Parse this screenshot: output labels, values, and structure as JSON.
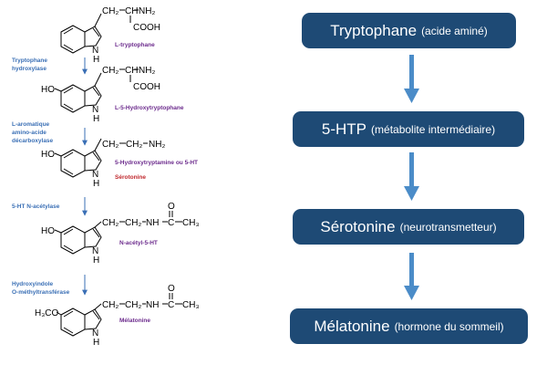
{
  "colors": {
    "box": "#1e4a75",
    "box_text": "#ffffff",
    "arrow": "#4b8cc8",
    "enzyme": "#3a6fb5",
    "compound": "#6b2a8c",
    "serotonin_red": "#c0282d",
    "bond": "#000000"
  },
  "flow": [
    {
      "name": "Tryptophane",
      "desc": "(acide aminé)"
    },
    {
      "name": "5-HTP",
      "desc": "(métabolite intermédiaire)"
    },
    {
      "name": "Sérotonine",
      "desc": "(neurotransmetteur)"
    },
    {
      "name": "Mélatonine",
      "desc": "(hormone du sommeil)"
    }
  ],
  "pathway": {
    "compounds": [
      {
        "label": "L-tryptophane"
      },
      {
        "label": "L-5-Hydroxytryptophane"
      },
      {
        "label": "5-Hydroxytryptamine ou 5-HT",
        "label2": "Sérotonine"
      },
      {
        "label": "N-acétyl-5-HT"
      },
      {
        "label": "Mélatonine"
      }
    ],
    "enzymes": [
      {
        "line1": "Tryptophane",
        "line2": "hydroxylase"
      },
      {
        "line1": "L-aromatique",
        "line2": "amino-acide",
        "line3": "décarboxylase"
      },
      {
        "line1": "5-HT N-acétylase"
      },
      {
        "line1": "Hydroxyindole",
        "line2": "O-méthyltransférase"
      }
    ],
    "atoms": {
      "nh2": "NH₂",
      "nh": "NH",
      "n": "N",
      "h": "H",
      "o": "O",
      "ch2": "CH₂",
      "ch": "CH",
      "ch3": "CH₃",
      "cooh": "COOH",
      "ho": "HO",
      "h3co": "H₃CO"
    }
  }
}
